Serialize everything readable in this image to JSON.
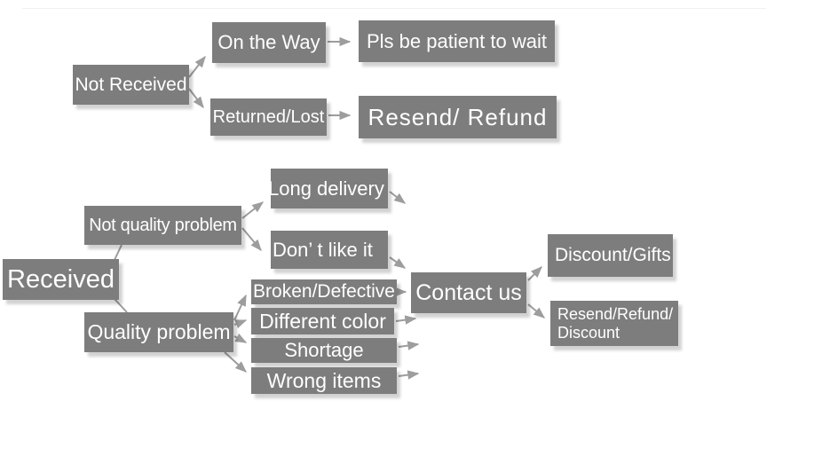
{
  "diagram": {
    "colors": {
      "box_fill": "#7d7d7d",
      "box_text": "#ffffff",
      "arrow": "#9d9d9d",
      "background": "#ffffff"
    },
    "nodes": {
      "not_received": "Not Received",
      "on_the_way": "On the Way",
      "pls_wait": "Pls be patient to wait",
      "returned_lost": "Returned/Lost",
      "resend_refund": "Resend/ Refund",
      "received": "Received",
      "not_quality_problem": "Not quality problem",
      "long_delivery": "Long delivery",
      "dont_like_it": "Don’ t like it",
      "quality_problem": "Quality problem",
      "broken_defective": "Broken/Defective",
      "different_color": "Different color",
      "shortage": "Shortage",
      "wrong_items": "Wrong items",
      "contact_us": "Contact us",
      "discount_gifts": "Discount/Gifts",
      "resend_refund_discount_line1": "Resend/Refund/",
      "resend_refund_discount_line2": "Discount"
    }
  }
}
